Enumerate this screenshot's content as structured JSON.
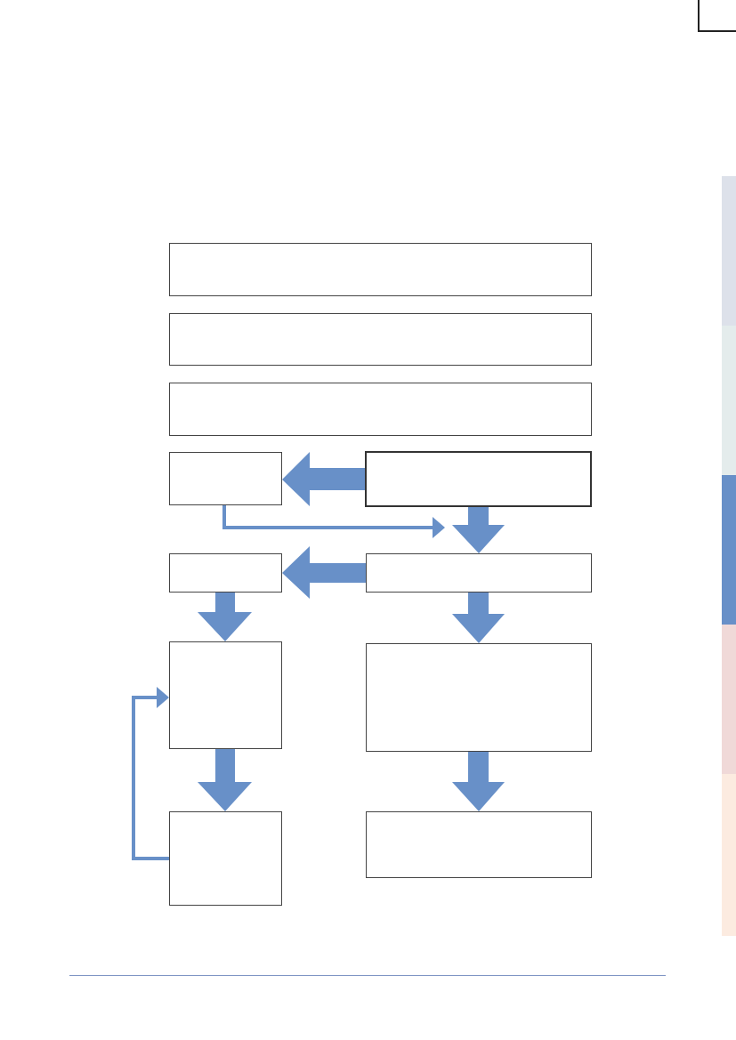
{
  "colors": {
    "arrow": "#6890c8",
    "box_border": "#444444",
    "footer_rule": "#7f95c4",
    "side_tabs": [
      "#dde1ea",
      "#e4ecec",
      "#6890c8",
      "#f0d9d8",
      "#fcebe0"
    ]
  },
  "flowchart": {
    "boxes": [
      {
        "id": "step-1",
        "label": ""
      },
      {
        "id": "step-2",
        "label": ""
      },
      {
        "id": "step-3",
        "label": ""
      },
      {
        "id": "left-branch-1",
        "label": ""
      },
      {
        "id": "decision-1",
        "label": ""
      },
      {
        "id": "left-branch-2",
        "label": ""
      },
      {
        "id": "decision-2",
        "label": ""
      },
      {
        "id": "left-process",
        "label": ""
      },
      {
        "id": "right-process",
        "label": ""
      },
      {
        "id": "left-review",
        "label": ""
      },
      {
        "id": "right-outcome",
        "label": ""
      }
    ]
  }
}
